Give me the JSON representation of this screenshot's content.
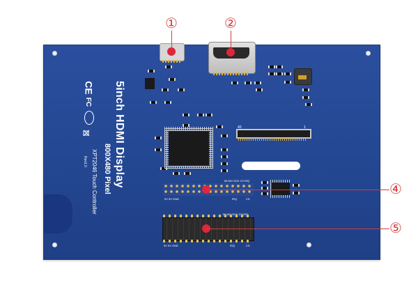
{
  "board": {
    "title": "5inch HDMI Display",
    "resolution": "800X480 Pixel",
    "controller": "XPT2046 Touch Controller",
    "revision": "Rev1.0",
    "cert_marks": [
      "CE",
      "FC",
      "CCC",
      "RoHS-bin"
    ]
  },
  "labels": {
    "header_top": "MI  MO  SCK  CS  IRQ",
    "header_left": "5V  5V  GND",
    "header_irq": "IRQ",
    "header_cs": "CS",
    "fpc_pin40": "40",
    "fpc_pin1": "1"
  },
  "callouts": [
    {
      "number": "①"
    },
    {
      "number": "②"
    },
    {
      "number": "④"
    },
    {
      "number": "⑤"
    }
  ],
  "colors": {
    "pcb": "#2b4f9e",
    "callout": "#d33c3c",
    "marker": "#e0263a"
  }
}
